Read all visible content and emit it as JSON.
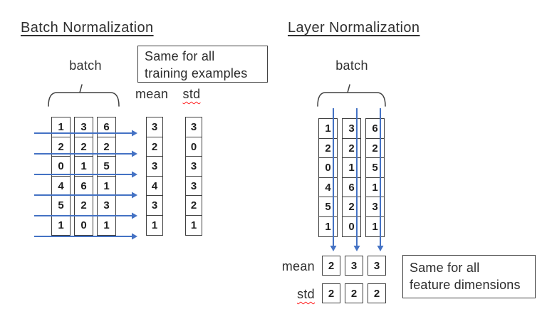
{
  "diagram": {
    "left": {
      "title": "Batch Normalization",
      "batch_label": "batch",
      "note_line1": "Same for all",
      "note_line2": "training examples",
      "mean_label": "mean",
      "std_label": "std",
      "matrix": [
        [
          1,
          3,
          6
        ],
        [
          2,
          2,
          2
        ],
        [
          0,
          1,
          5
        ],
        [
          4,
          6,
          1
        ],
        [
          5,
          2,
          3
        ],
        [
          1,
          0,
          1
        ]
      ],
      "mean": [
        3,
        2,
        3,
        4,
        3,
        1
      ],
      "std": [
        3,
        0,
        3,
        3,
        2,
        1
      ]
    },
    "right": {
      "title": "Layer Normalization",
      "batch_label": "batch",
      "note_line1": "Same for all",
      "note_line2": "feature dimensions",
      "mean_label": "mean",
      "std_label": "std",
      "matrix": [
        [
          1,
          3,
          6
        ],
        [
          2,
          2,
          2
        ],
        [
          0,
          1,
          5
        ],
        [
          4,
          6,
          1
        ],
        [
          5,
          2,
          3
        ],
        [
          1,
          0,
          1
        ]
      ],
      "mean": [
        2,
        3,
        3
      ],
      "std": [
        2,
        2,
        2
      ]
    },
    "colors": {
      "arrow_blue": "#4472C4",
      "line_dark": "#404040",
      "squiggle_red": "#FF2020"
    }
  }
}
